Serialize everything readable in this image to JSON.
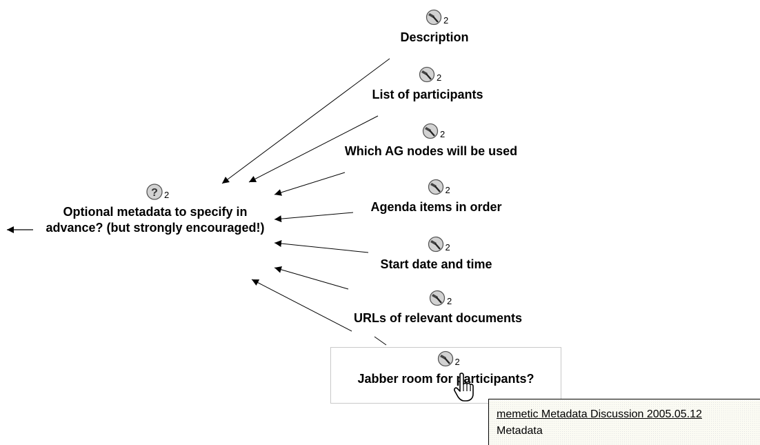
{
  "question": {
    "label": "Optional metadata to specify in advance? (but strongly encouraged!)",
    "count": "2",
    "icon": "question-icon"
  },
  "options": [
    {
      "label": "Description",
      "count": "2",
      "icon": "position-icon"
    },
    {
      "label": "List of participants",
      "count": "2",
      "icon": "position-icon"
    },
    {
      "label": "Which AG nodes will be used",
      "count": "2",
      "icon": "position-icon"
    },
    {
      "label": "Agenda items in order",
      "count": "2",
      "icon": "position-icon"
    },
    {
      "label": "Start date and time",
      "count": "2",
      "icon": "position-icon"
    },
    {
      "label": "URLs of relevant documents",
      "count": "2",
      "icon": "position-icon"
    },
    {
      "label": "Jabber room for participants?",
      "count": "2",
      "icon": "position-icon"
    }
  ],
  "tooltip": {
    "link": "memetic Metadata Discussion 2005.05.12",
    "subtitle": "Metadata"
  },
  "colors": {
    "icon_fill": "#c8c8c8",
    "icon_stroke": "#555555",
    "tooltip_bg": "#fbfbf3",
    "arrow": "#000000"
  }
}
